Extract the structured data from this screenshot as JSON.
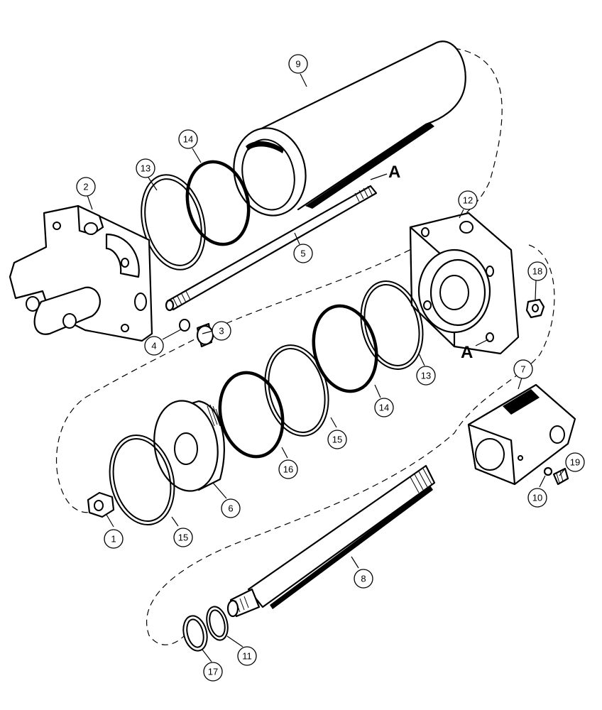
{
  "callouts": {
    "c1": "1",
    "c2": "2",
    "c3": "3",
    "c4": "4",
    "c5": "5",
    "c6": "6",
    "c7": "7",
    "c8": "8",
    "c9": "9",
    "c10": "10",
    "c11": "11",
    "c12": "12",
    "c13a": "13",
    "c13b": "13",
    "c14a": "14",
    "c14b": "14",
    "c15a": "15",
    "c15b": "15",
    "c16": "16",
    "c17": "17",
    "c18": "18",
    "c19": "19"
  },
  "reference_marks": {
    "a_top": "A",
    "a_bottom": "A"
  }
}
